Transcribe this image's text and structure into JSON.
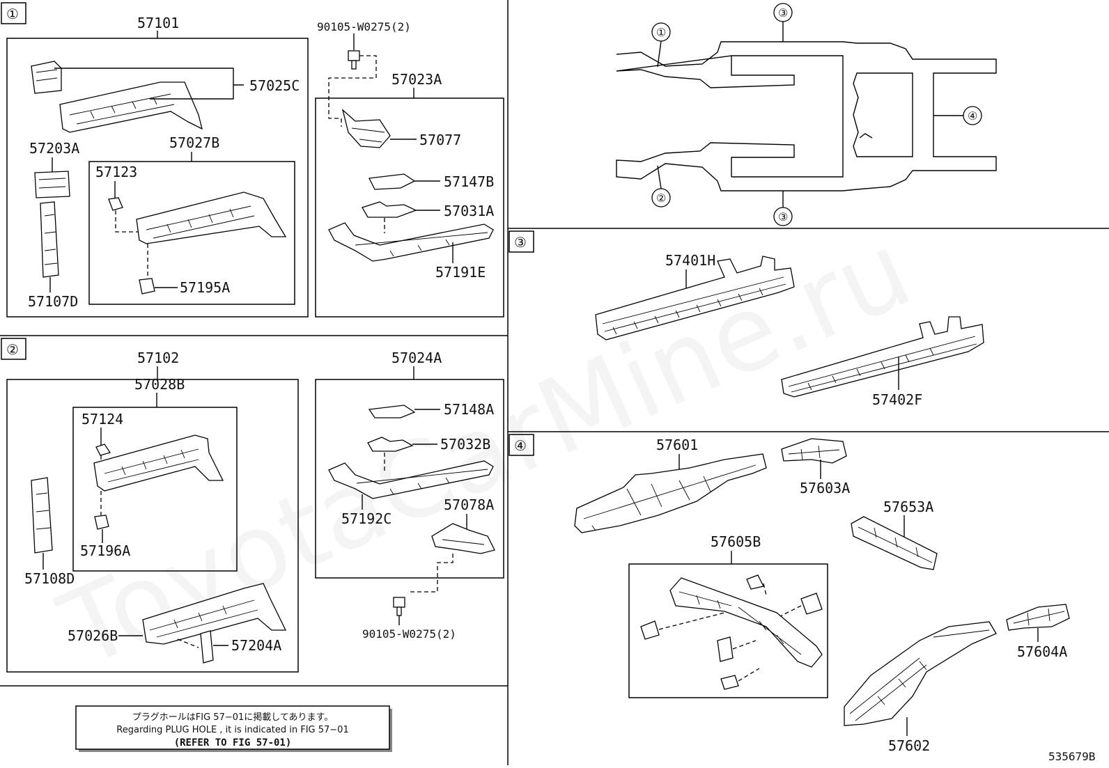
{
  "document_id": "535679B",
  "watermark": "ToyotaCarMine.ru",
  "sections": [
    {
      "id": "1",
      "marker": "①",
      "labels": [
        "57101",
        "57025C",
        "57203A",
        "57027B",
        "57123",
        "57195A",
        "57107D",
        "90105-W0275(2)",
        "57023A",
        "57077",
        "57147B",
        "57031A",
        "57191E"
      ]
    },
    {
      "id": "2",
      "marker": "②",
      "labels": [
        "57102",
        "57028B",
        "57124",
        "57196A",
        "57108D",
        "57026B",
        "57204A",
        "57024A",
        "57148A",
        "57032B",
        "57192C",
        "57078A",
        "90105-W0275(2)"
      ]
    },
    {
      "id": "3",
      "marker": "③",
      "labels": [
        "57401H",
        "57402F"
      ]
    },
    {
      "id": "4",
      "marker": "④",
      "labels": [
        "57601",
        "57603A",
        "57653A",
        "57605B",
        "57604A",
        "57602"
      ]
    }
  ],
  "overview_markers": [
    "①",
    "②",
    "③",
    "③",
    "④"
  ],
  "note": {
    "jp": "プラグホールはFIG 57−01に掲載してあります。",
    "en": "Regarding  PLUG  HOLE , it is indicated in FIG  57−01",
    "ref": "(REFER TO FIG 57-01)"
  }
}
